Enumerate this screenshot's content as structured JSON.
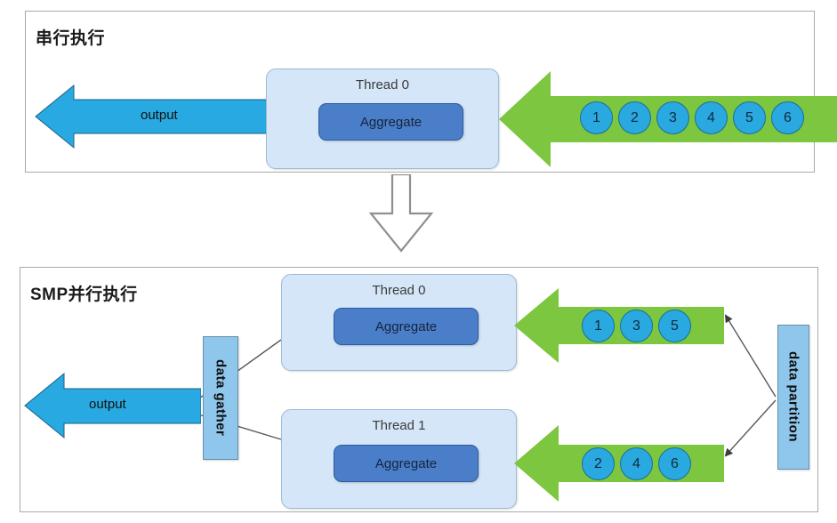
{
  "diagram": {
    "title_alt": "Serial vs SMP parallel aggregate execution",
    "colors": {
      "green_arrow": "#7dc63f",
      "blue_arrow": "#29a9e1",
      "chip_blue": "#2aa8e0",
      "thread_box": "#d4e6f7",
      "aggregate_box": "#4a7ec9",
      "vbox_blue": "#8ec6ec",
      "panel_border": "#a9a9a9",
      "connector_line": "#595959"
    }
  },
  "serial": {
    "title": "串行执行",
    "output_label": "output",
    "thread": {
      "label": "Thread 0",
      "operator": "Aggregate"
    },
    "input_chips": [
      "1",
      "2",
      "3",
      "4",
      "5",
      "6"
    ]
  },
  "transition": {
    "icon": "down-arrow-icon"
  },
  "smp": {
    "title": "SMP并行执行",
    "output_label": "output",
    "gather_label": "data gather",
    "partition_label": "data partition",
    "threads": [
      {
        "label": "Thread 0",
        "operator": "Aggregate",
        "input_chips": [
          "1",
          "3",
          "5"
        ]
      },
      {
        "label": "Thread 1",
        "operator": "Aggregate",
        "input_chips": [
          "2",
          "4",
          "6"
        ]
      }
    ]
  }
}
